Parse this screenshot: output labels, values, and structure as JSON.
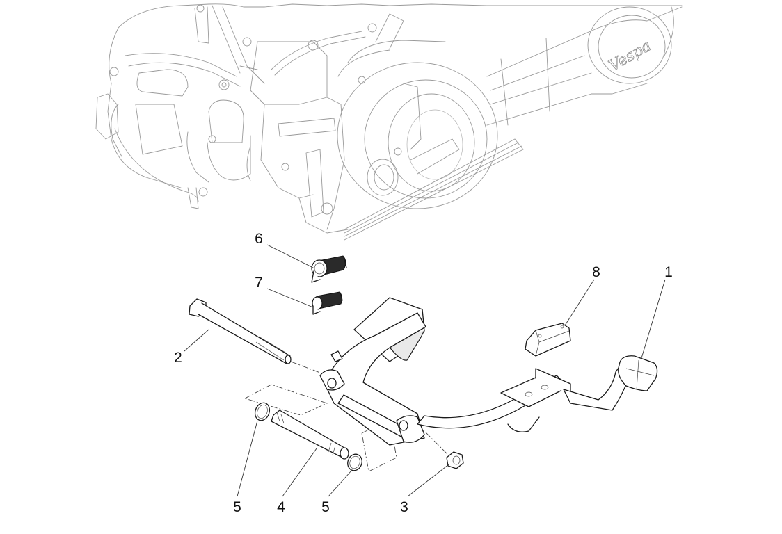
{
  "diagram": {
    "title": "Exploded view - center stand assembly",
    "background_assembly": "engine-transmission-unit",
    "engine_cover_logo": "Vespa",
    "callouts": [
      {
        "id": "1",
        "label": "1",
        "part": "center-stand"
      },
      {
        "id": "2",
        "label": "2",
        "part": "pivot-bolt"
      },
      {
        "id": "3",
        "label": "3",
        "part": "self-locking-nut"
      },
      {
        "id": "4",
        "label": "4",
        "part": "pivot-bushing"
      },
      {
        "id": "5a",
        "label": "5",
        "part": "washer"
      },
      {
        "id": "5b",
        "label": "5",
        "part": "washer"
      },
      {
        "id": "6",
        "label": "6",
        "part": "large-return-spring"
      },
      {
        "id": "7",
        "label": "7",
        "part": "small-return-spring"
      },
      {
        "id": "8",
        "label": "8",
        "part": "rubber-stop-pad"
      }
    ]
  }
}
